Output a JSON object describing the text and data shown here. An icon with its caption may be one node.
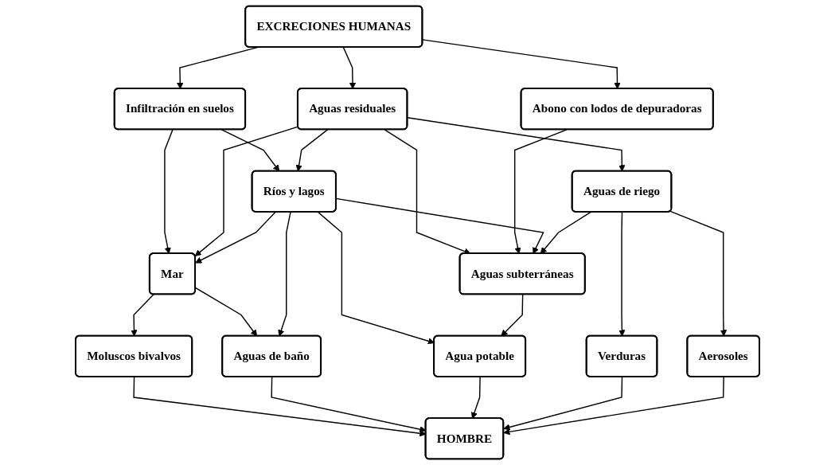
{
  "diagram": {
    "nodes": [
      {
        "text": [
          "EXCRECIONES HUMANAS"
        ]
      },
      {
        "text": [
          "Infiltración en suelos"
        ]
      },
      {
        "text": [
          "Aguas residuales"
        ]
      },
      {
        "text": [
          "Abono con lodos de depuradoras"
        ]
      },
      {
        "text": [
          "Mar"
        ]
      },
      {
        "text": [
          "Ríos y lagos"
        ]
      },
      {
        "text": [
          "Aguas subterráneas"
        ]
      },
      {
        "text": [
          "Aguas de riego"
        ]
      },
      {
        "text": [
          "Moluscos bivalvos"
        ]
      },
      {
        "text": [
          "Aguas de baño"
        ]
      },
      {
        "text": [
          "Agua potable"
        ]
      },
      {
        "text": [
          "Verduras"
        ]
      },
      {
        "text": [
          "Aerosoles"
        ]
      },
      {
        "text": [
          "HOMBRE"
        ]
      }
    ],
    "edges": [
      {
        "from": 0,
        "to": 1,
        "arrow": "to"
      },
      {
        "from": 0,
        "to": 2,
        "arrow": "to"
      },
      {
        "from": 0,
        "to": 3,
        "arrow": "to"
      },
      {
        "from": 1,
        "to": 4,
        "arrow": "to"
      },
      {
        "from": 1,
        "to": 5,
        "arrow": "to"
      },
      {
        "from": 2,
        "to": 4,
        "arrow": "to"
      },
      {
        "from": 2,
        "to": 5,
        "arrow": "to"
      },
      {
        "from": 2,
        "to": 6,
        "arrow": "to"
      },
      {
        "from": 2,
        "to": 7,
        "arrow": "to"
      },
      {
        "from": 3,
        "to": 6,
        "arrow": "to"
      },
      {
        "from": 5,
        "to": 4,
        "arrow": "to"
      },
      {
        "from": 5,
        "to": 6,
        "arrow": "to"
      },
      {
        "from": 7,
        "to": 6,
        "arrow": "to"
      },
      {
        "from": 4,
        "to": 8,
        "arrow": "to"
      },
      {
        "from": 4,
        "to": 9,
        "arrow": "to"
      },
      {
        "from": 5,
        "to": 9,
        "arrow": "to"
      },
      {
        "from": 5,
        "to": 10,
        "arrow": "to"
      },
      {
        "from": 6,
        "to": 10,
        "arrow": "to"
      },
      {
        "from": 7,
        "to": 11,
        "arrow": "to"
      },
      {
        "from": 7,
        "to": 12,
        "arrow": "to"
      },
      {
        "from": 8,
        "to": 13,
        "arrow": "to"
      },
      {
        "from": 9,
        "to": 13,
        "arrow": "to"
      },
      {
        "from": 10,
        "to": 13,
        "arrow": "to"
      },
      {
        "from": 11,
        "to": 13,
        "arrow": "to"
      },
      {
        "from": 12,
        "to": 13,
        "arrow": "to"
      }
    ]
  }
}
